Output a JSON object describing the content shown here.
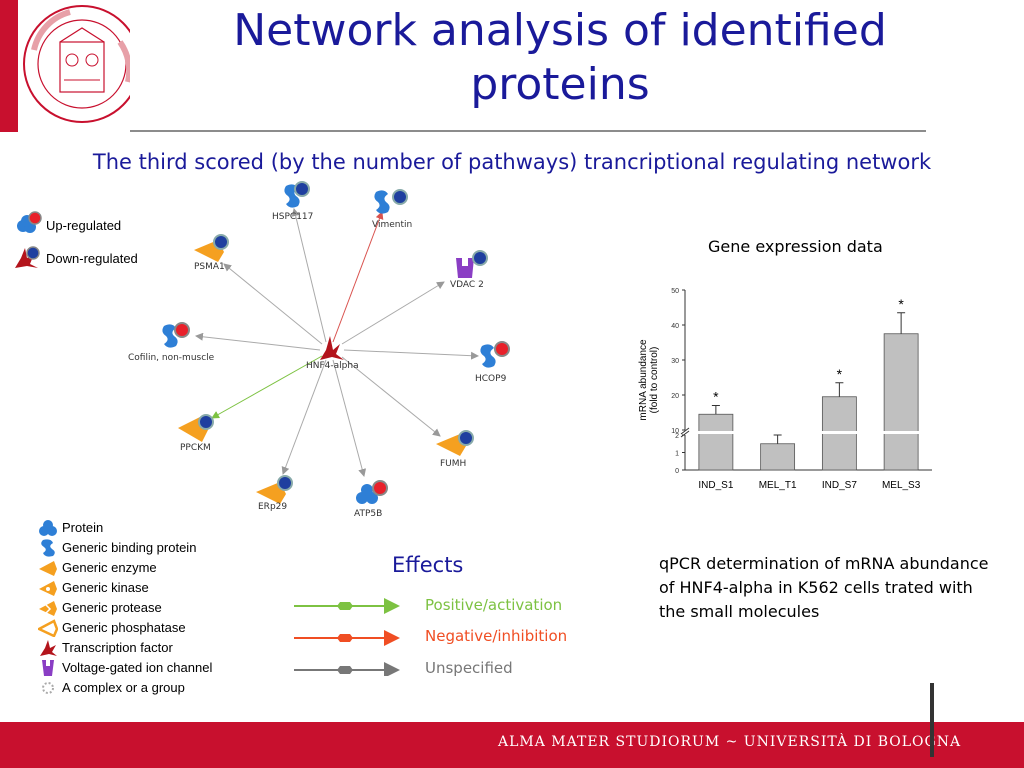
{
  "title": "Network analysis of identified proteins",
  "subtitle": "The third scored (by the number of pathways) trancriptional regulating network",
  "legend_regulation": [
    {
      "label": "Up-regulated",
      "icon": "up-regulated-icon",
      "color": "#e8202a"
    },
    {
      "label": "Down-regulated",
      "icon": "down-regulated-icon",
      "color": "#1f3f9f"
    }
  ],
  "network": {
    "center": "HNF4-alpha",
    "nodes": [
      {
        "label": "HSPC117",
        "type": "generic-binding-protein",
        "regulation": "down"
      },
      {
        "label": "Vimentin",
        "type": "generic-binding-protein",
        "regulation": "down"
      },
      {
        "label": "VDAC 2",
        "type": "voltage-gated-ion-channel",
        "regulation": "down"
      },
      {
        "label": "HCOP9",
        "type": "generic-binding-protein",
        "regulation": "up"
      },
      {
        "label": "FUMH",
        "type": "generic-enzyme",
        "regulation": "down"
      },
      {
        "label": "ATP5B",
        "type": "protein",
        "regulation": "up"
      },
      {
        "label": "ERp29",
        "type": "generic-enzyme",
        "regulation": "down"
      },
      {
        "label": "PPCKM",
        "type": "generic-kinase",
        "regulation": "down"
      },
      {
        "label": "Cofilin, non-muscle",
        "type": "generic-binding-protein",
        "regulation": "up"
      },
      {
        "label": "PSMA1",
        "type": "generic-protease",
        "regulation": "down"
      }
    ]
  },
  "node_types": [
    {
      "label": "Protein",
      "icon": "protein-icon"
    },
    {
      "label": "Generic binding protein",
      "icon": "binding-protein-icon"
    },
    {
      "label": "Generic enzyme",
      "icon": "enzyme-icon"
    },
    {
      "label": "Generic kinase",
      "icon": "kinase-icon"
    },
    {
      "label": "Generic protease",
      "icon": "protease-icon"
    },
    {
      "label": "Generic phosphatase",
      "icon": "phosphatase-icon"
    },
    {
      "label": "Transcription factor",
      "icon": "transcription-factor-icon"
    },
    {
      "label": "Voltage-gated ion channel",
      "icon": "ion-channel-icon"
    },
    {
      "label": "A complex or a group",
      "icon": "complex-icon"
    }
  ],
  "effects": {
    "title": "Effects",
    "items": [
      {
        "label": "Positive/activation",
        "color": "#7dc242"
      },
      {
        "label": "Negative/inhibition",
        "color": "#f04e23"
      },
      {
        "label": "Unspecified",
        "color": "#777777"
      }
    ]
  },
  "chart_title": "Gene expression data",
  "chart_data": {
    "type": "bar",
    "categories": [
      "IND_S1",
      "MEL_T1",
      "IND_S7",
      "MEL_S3"
    ],
    "values": [
      14.5,
      1.5,
      19.5,
      37.5
    ],
    "errors": [
      2.5,
      0.5,
      4.0,
      6.0
    ],
    "significant": [
      "*",
      "",
      "*",
      "*"
    ],
    "ylabel": "mRNA abundance (fold to control)",
    "ylabel_lines": [
      "mRNA abundance",
      "(fold to control)"
    ],
    "broken_axis": true,
    "lower_ticks": [
      "0",
      "1",
      "2"
    ],
    "upper_ticks": [
      "10",
      "20",
      "30",
      "40",
      "50"
    ],
    "lower_range": [
      0,
      2
    ],
    "upper_range": [
      10,
      50
    ]
  },
  "qpcr_caption": "qPCR  determination of mRNA abundance of HNF4-alpha in K562 cells trated with the small molecules",
  "footer": "ALMA MATER STUDIORUM ~ UNIVERSITÀ DI BOLOGNA",
  "colors": {
    "title": "#1a1a9a",
    "brand_red": "#c8102e",
    "node_blue": "#2e7fd6",
    "node_orange": "#f5a020",
    "node_purple": "#8a3ec4",
    "tf_red": "#b3141c",
    "bar_fill": "#c0c0c0"
  }
}
